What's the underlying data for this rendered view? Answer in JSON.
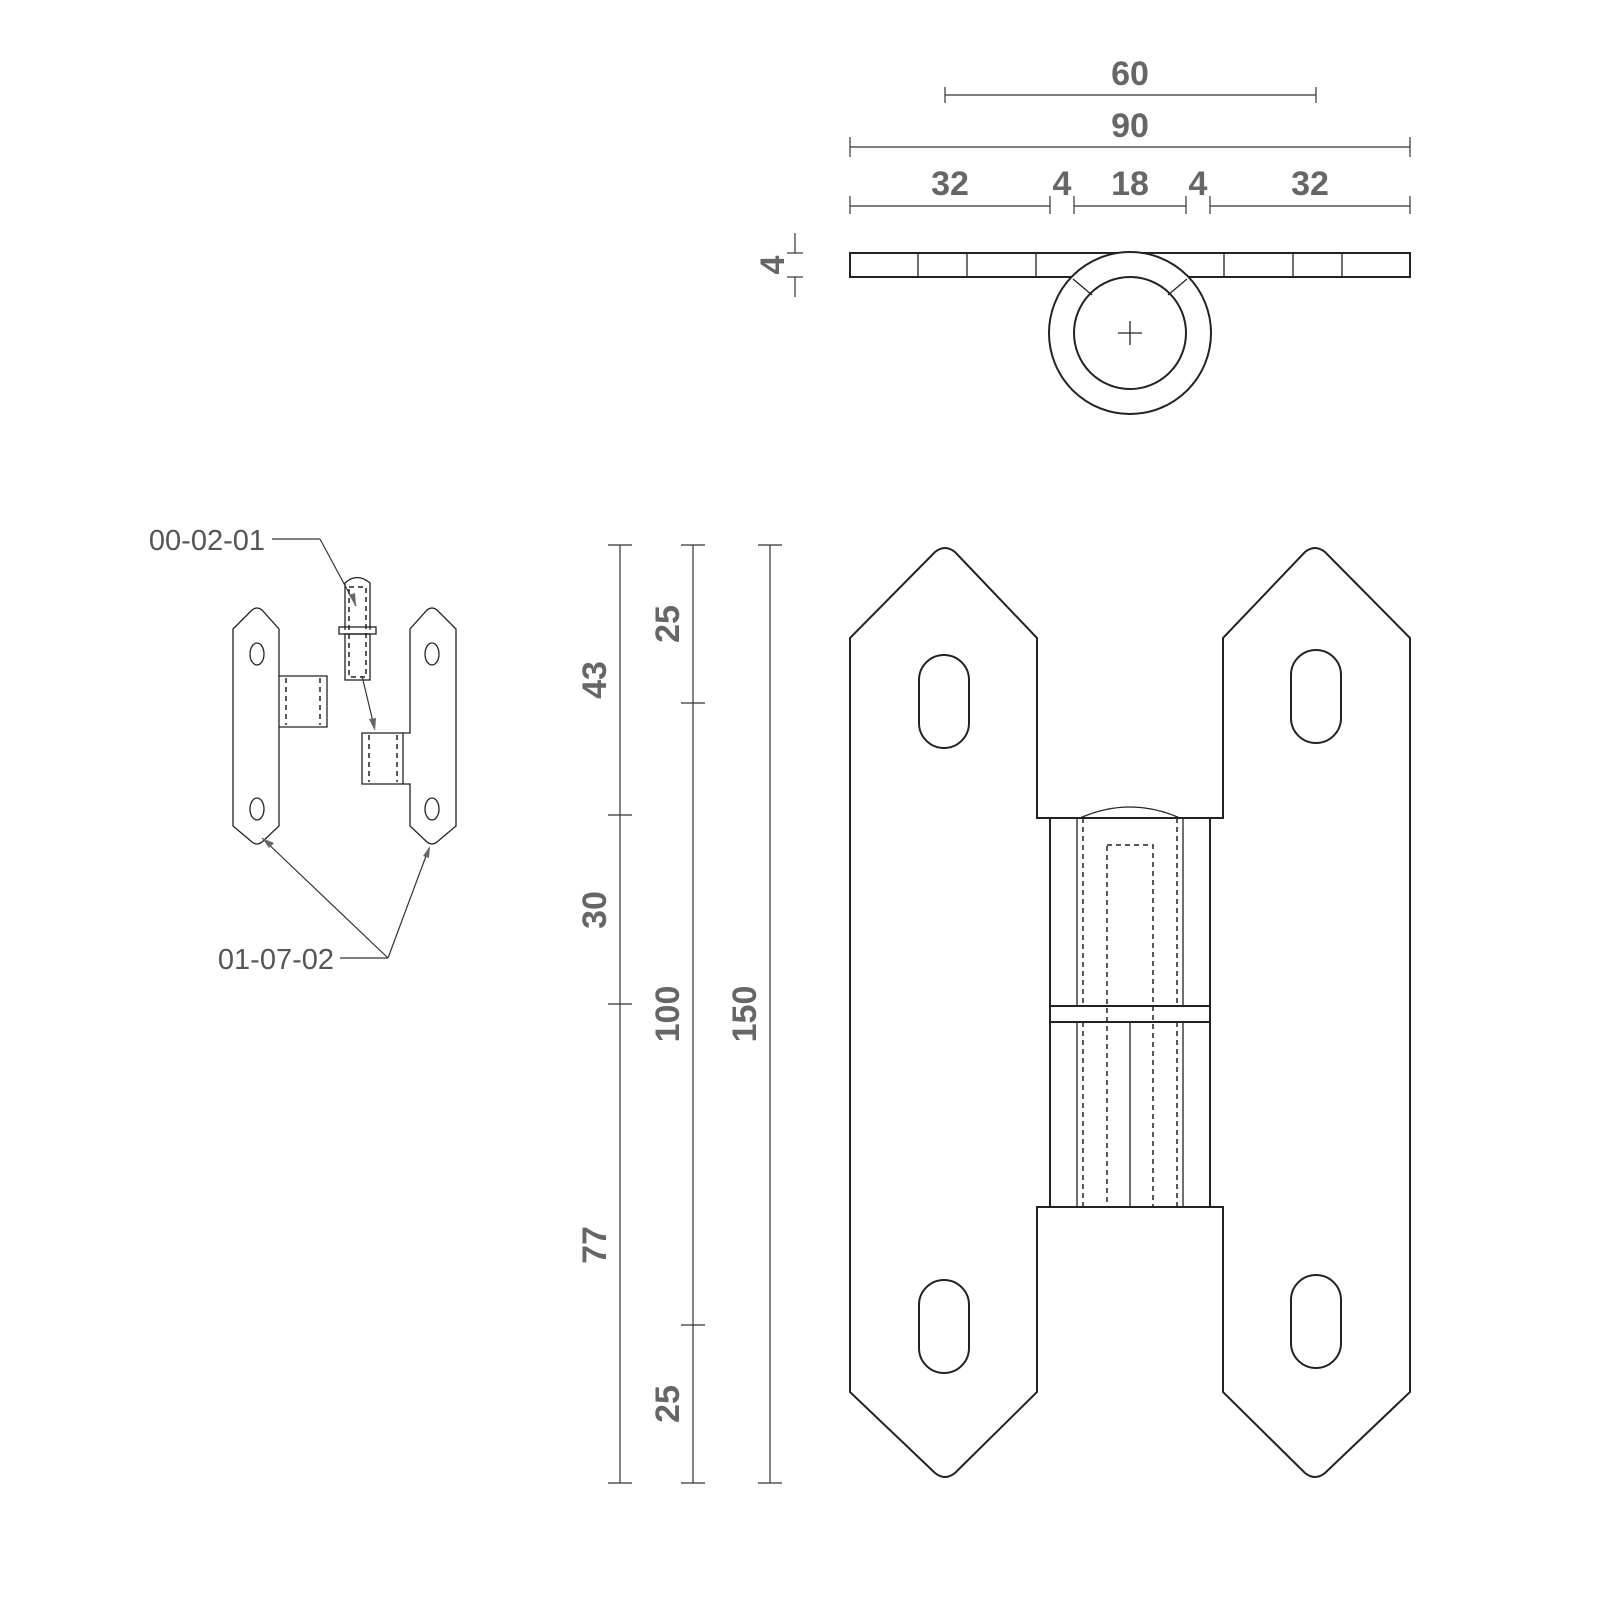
{
  "top_view": {
    "dims": {
      "d60": "60",
      "d90": "90",
      "d32_left": "32",
      "d4_left": "4",
      "d18": "18",
      "d4_right": "4",
      "d32_right": "32",
      "thickness": "4"
    }
  },
  "front_view": {
    "dims": {
      "d43": "43",
      "d30": "30",
      "d77": "77",
      "d25_top": "25",
      "d100": "100",
      "d25_bottom": "25",
      "d150": "150"
    }
  },
  "callouts": {
    "pin_part": "00-02-01",
    "leaf_part": "01-07-02"
  }
}
